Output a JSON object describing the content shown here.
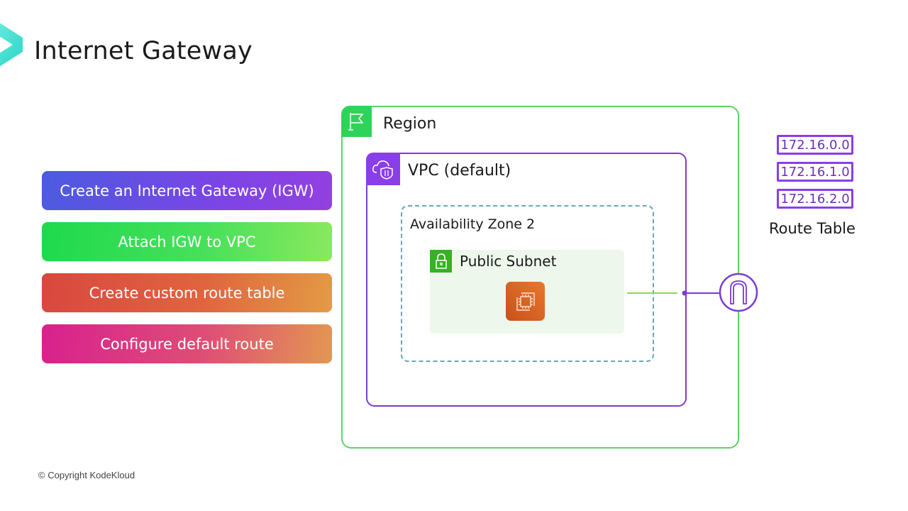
{
  "header": {
    "title": "Internet Gateway"
  },
  "steps": [
    {
      "label": "Create an Internet Gateway (IGW)",
      "color_start": "#4b5be0",
      "color_end": "#9340e0"
    },
    {
      "label": "Attach IGW to VPC",
      "color_start": "#1ed94c",
      "color_end": "#8be95e"
    },
    {
      "label": "Create custom route table",
      "color_start": "#d9473f",
      "color_end": "#e39b45"
    },
    {
      "label": "Configure default route",
      "color_start": "#d8208e",
      "color_end": "#e39850"
    }
  ],
  "diagram": {
    "region": {
      "label": "Region",
      "icon": "flag-icon",
      "color": "#5fd16a"
    },
    "vpc": {
      "label": "VPC (default)",
      "icon": "cloud-shield-icon",
      "color": "#8a3ee8"
    },
    "availability_zone": {
      "label": "Availability Zone 2",
      "color": "#6aa6b8"
    },
    "subnet": {
      "label": "Public Subnet",
      "icon": "lock-icon",
      "color": "#38b027"
    },
    "instance": {
      "icon": "ec2-instance-icon",
      "color": "#e8782e"
    },
    "gateway": {
      "icon": "internet-gateway-icon",
      "color": "#7a3bd0"
    }
  },
  "route_table": {
    "entries": [
      "172.16.0.0",
      "172.16.1.0",
      "172.16.2.0"
    ],
    "label": "Route Table"
  },
  "footer": {
    "copyright": "© Copyright KodeKloud"
  }
}
